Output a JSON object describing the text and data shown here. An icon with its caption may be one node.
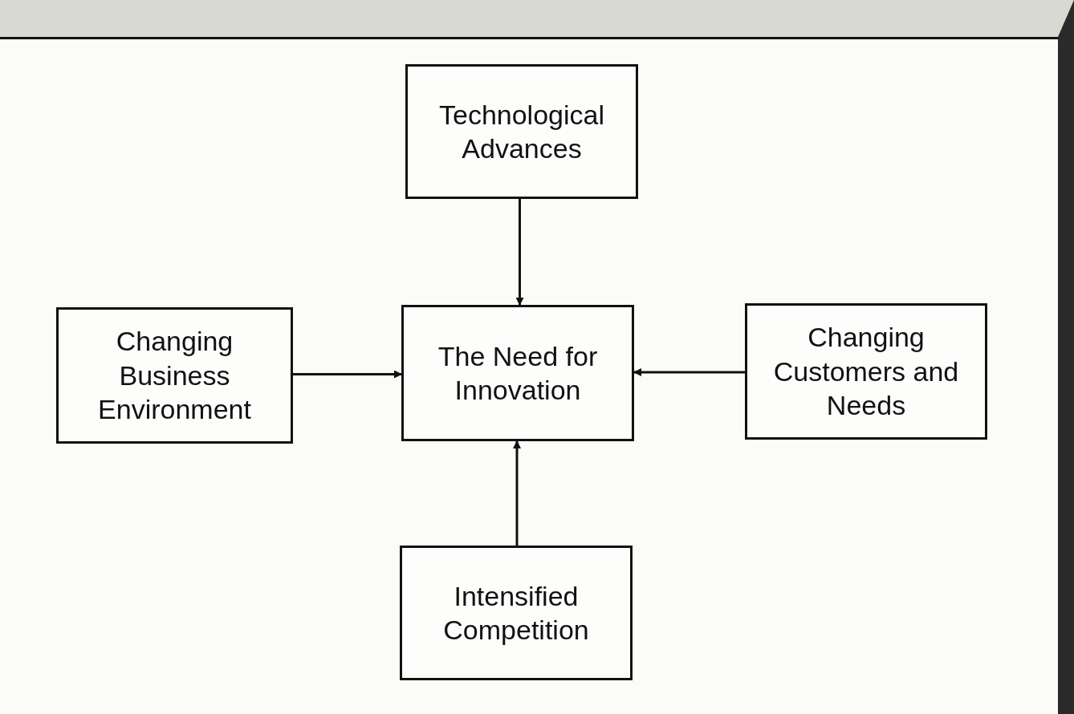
{
  "diagram": {
    "nodes": [
      {
        "text": [
          "Technological Advances"
        ]
      },
      {
        "text": [
          "Changing Business Environment"
        ]
      },
      {
        "text": [
          "The Need for Innovation"
        ]
      },
      {
        "text": [
          "Changing Customers and Needs"
        ]
      },
      {
        "text": [
          "Intensified Competition"
        ]
      }
    ],
    "edges": [
      {
        "from": 0,
        "to": 2,
        "arrow": "to"
      },
      {
        "from": 1,
        "to": 2,
        "arrow": "to"
      },
      {
        "from": 3,
        "to": 2,
        "arrow": "to"
      },
      {
        "from": 4,
        "to": 2,
        "arrow": "to"
      }
    ]
  }
}
